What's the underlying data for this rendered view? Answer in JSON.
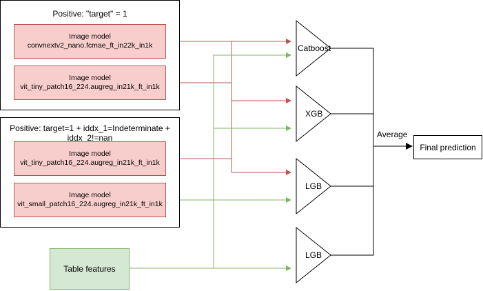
{
  "groups": [
    {
      "title": "Positive: \"target\" = 1"
    },
    {
      "title_line1": "Positive: target=1 + iddx_1=Indeterminate +",
      "title_line2": "iddx_2!=nan"
    }
  ],
  "models": [
    {
      "line1": "Image model",
      "line2": "convnextv2_nano.fcmae_ft_in22k_in1k"
    },
    {
      "line1": "Image model",
      "line2": "vit_tiny_patch16_224.augreg_in21k_ft_in1k"
    },
    {
      "line1": "Image model",
      "line2": "vit_tiny_patch16_224.augreg_in21k_ft_in1k"
    },
    {
      "line1": "Image model",
      "line2": "vit_small_patch16_224.augreg_in21k_ft_in1k"
    }
  ],
  "table_features": "Table features",
  "learners": [
    "Catboost",
    "XGB",
    "LGB",
    "LGB"
  ],
  "average_label": "Average",
  "final_prediction": "Final prediction",
  "colors": {
    "red_edge": "#b85450",
    "green_edge": "#82b366",
    "black_edge": "#000000"
  }
}
